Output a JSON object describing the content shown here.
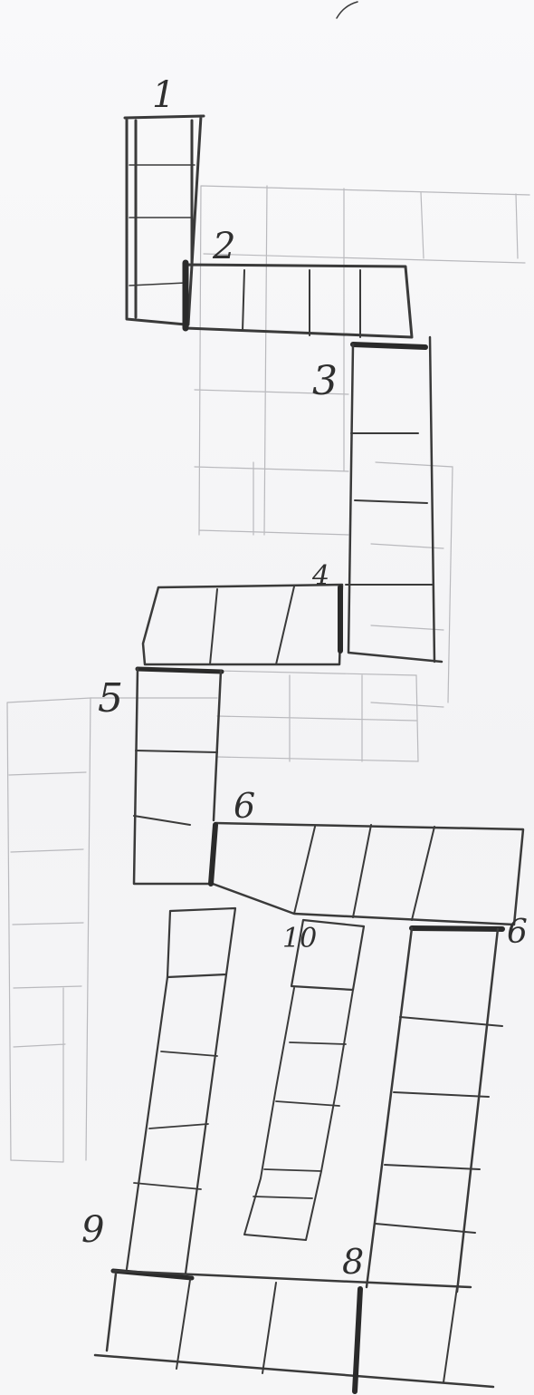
{
  "labels": {
    "seg1": "1",
    "seg2": "2",
    "seg3": "3",
    "seg4": "4",
    "seg5": "5",
    "seg6": "6",
    "seg6b": "6",
    "seg8": "8",
    "seg9": "9",
    "seg10": "10"
  },
  "colors": {
    "ink": "#3a3a3a",
    "faint": "#b9b9bd",
    "paper": "#f7f7f8"
  }
}
